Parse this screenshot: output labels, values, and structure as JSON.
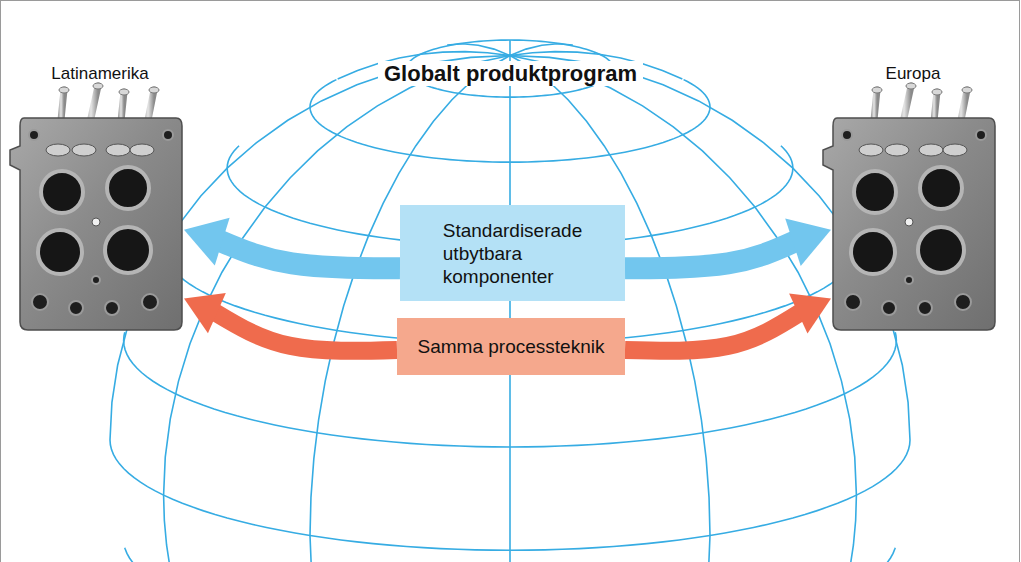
{
  "diagram": {
    "title": "Globalt produktprogram",
    "nodes": [
      {
        "text": [
          "Latinamerika"
        ]
      },
      {
        "text": [
          "Europa"
        ]
      },
      {
        "text": [
          "Standardiserade utbytbara komponenter"
        ]
      },
      {
        "text": [
          "Samma processteknik"
        ]
      }
    ],
    "edges": [
      {
        "from": 2,
        "to": 0,
        "arrow": "to"
      },
      {
        "from": 2,
        "to": 1,
        "arrow": "to"
      },
      {
        "from": 3,
        "to": 0,
        "arrow": "to"
      },
      {
        "from": 3,
        "to": 1,
        "arrow": "to"
      }
    ]
  }
}
